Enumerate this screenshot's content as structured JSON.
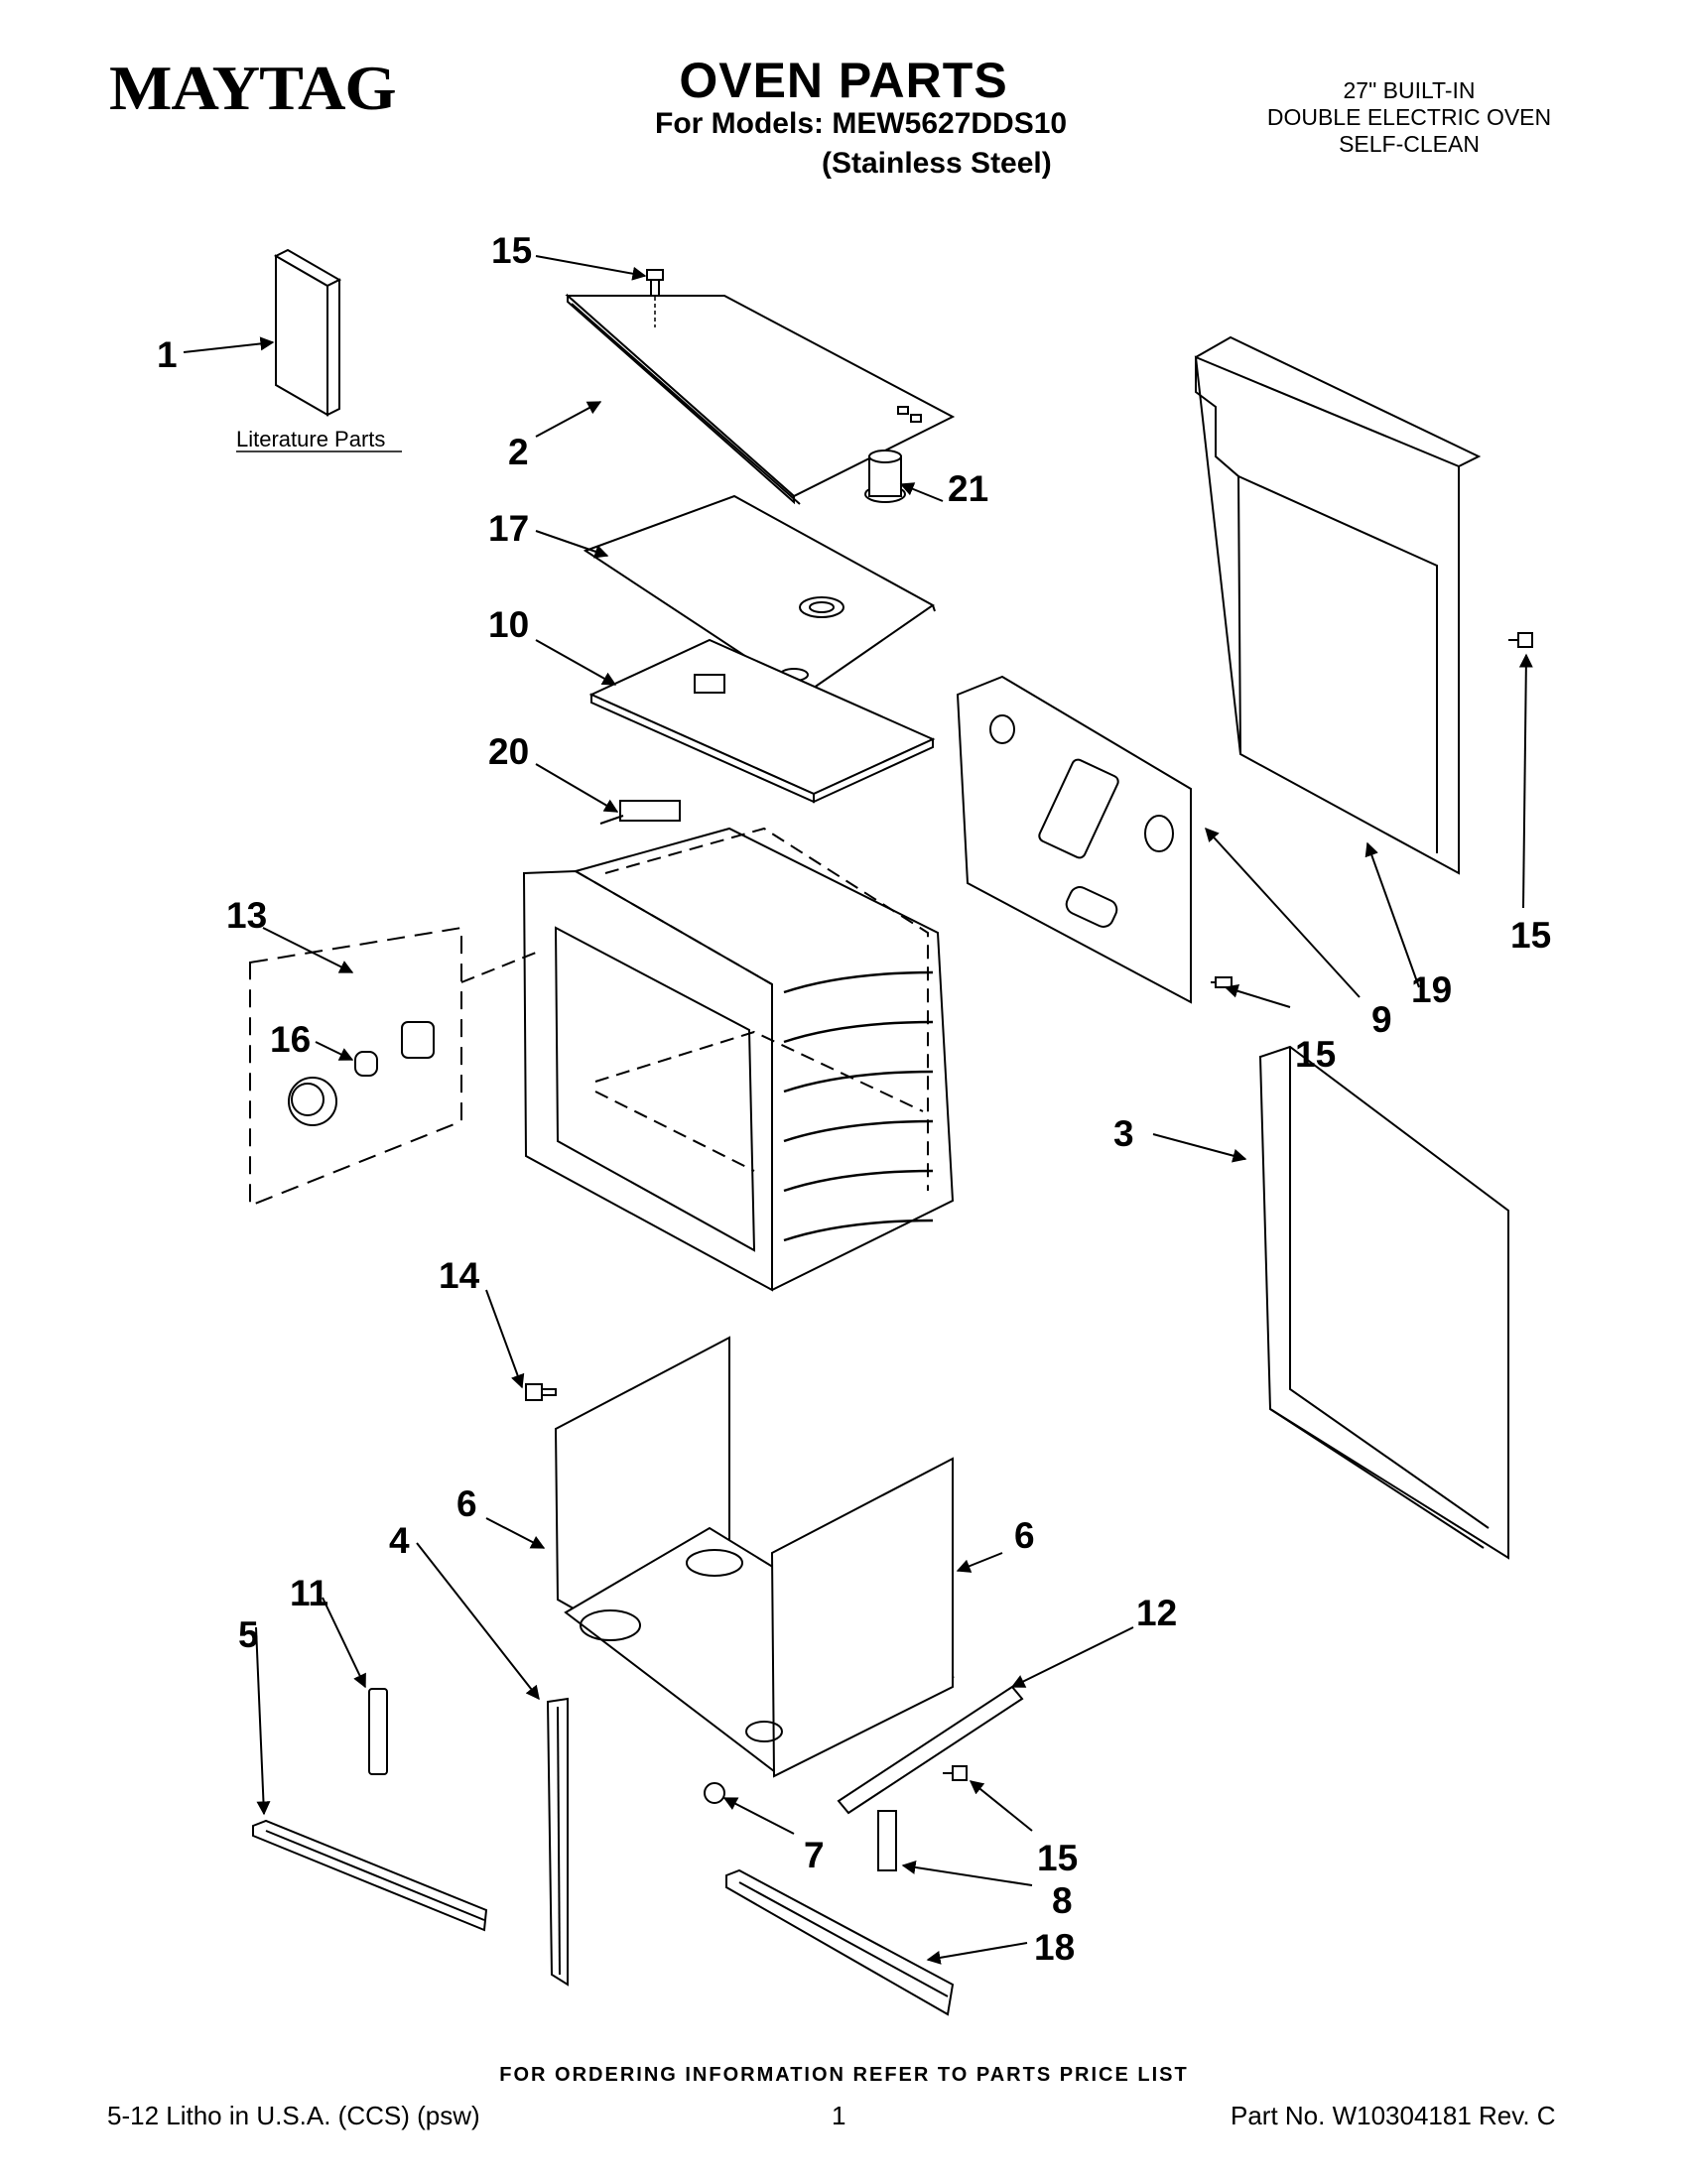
{
  "header": {
    "brand": "MAYTAG",
    "title": "OVEN PARTS",
    "models_line": "For Models: MEW5627DDS10",
    "variant": "(Stainless Steel)",
    "product_lines": [
      "27\" BUILT-IN",
      "DOUBLE ELECTRIC OVEN",
      "SELF-CLEAN"
    ]
  },
  "diagram": {
    "literature_label": "Literature Parts",
    "callouts": {
      "c1": "1",
      "c2": "2",
      "c3": "3",
      "c4": "4",
      "c5": "5",
      "c6a": "6",
      "c6b": "6",
      "c7": "7",
      "c8": "8",
      "c9": "9",
      "c10": "10",
      "c11": "11",
      "c12": "12",
      "c13": "13",
      "c14": "14",
      "c15a": "15",
      "c15b": "15",
      "c15c": "15",
      "c15d": "15",
      "c16": "16",
      "c17": "17",
      "c18": "18",
      "c19": "19",
      "c20": "20",
      "c21": "21"
    }
  },
  "footer": {
    "ordering": "FOR ORDERING INFORMATION REFER TO PARTS PRICE LIST",
    "litho": "5-12 Litho in U.S.A. (CCS) (psw)",
    "page": "1",
    "part_no": "Part No. W10304181 Rev. C"
  }
}
